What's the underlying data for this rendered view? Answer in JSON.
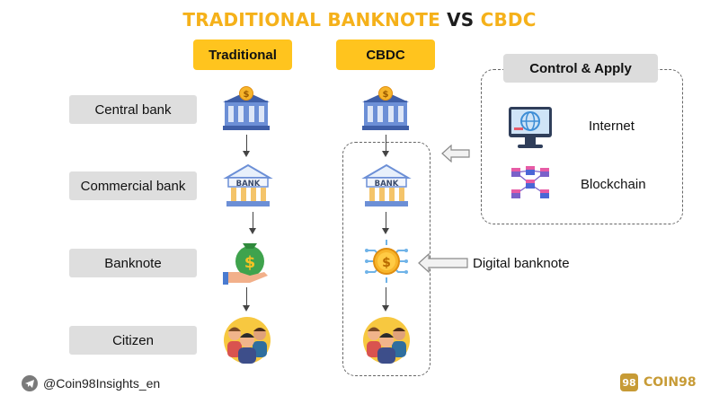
{
  "title": {
    "part1": "TRADITIONAL BANKNOTE",
    "vs": "VS",
    "part2": "CBDC"
  },
  "columns": {
    "traditional": "Traditional",
    "cbdc": "CBDC"
  },
  "rows": [
    "Central bank",
    "Commercial bank",
    "Banknote",
    "Citizen"
  ],
  "control": {
    "header": "Control & Apply",
    "items": [
      "Internet",
      "Blockchain"
    ]
  },
  "annotations": {
    "digital_banknote": "Digital banknote"
  },
  "icons": {
    "central_bank": "central-bank-icon",
    "commercial_bank": "bank-building-icon",
    "bank_sign": "BANK",
    "banknote": "money-bag-hand-icon",
    "digital_banknote": "digital-coin-icon",
    "citizen": "people-group-icon",
    "internet": "globe-monitor-icon",
    "blockchain": "blockchain-cubes-icon"
  },
  "footer": {
    "handle": "@Coin98Insights_en",
    "brand": "COIN98",
    "brand_badge": "98"
  },
  "colors": {
    "accent": "#FFC41E",
    "title_gold": "#F5B11A",
    "label_bg": "#DEDEDE",
    "brand": "#C79B36"
  }
}
